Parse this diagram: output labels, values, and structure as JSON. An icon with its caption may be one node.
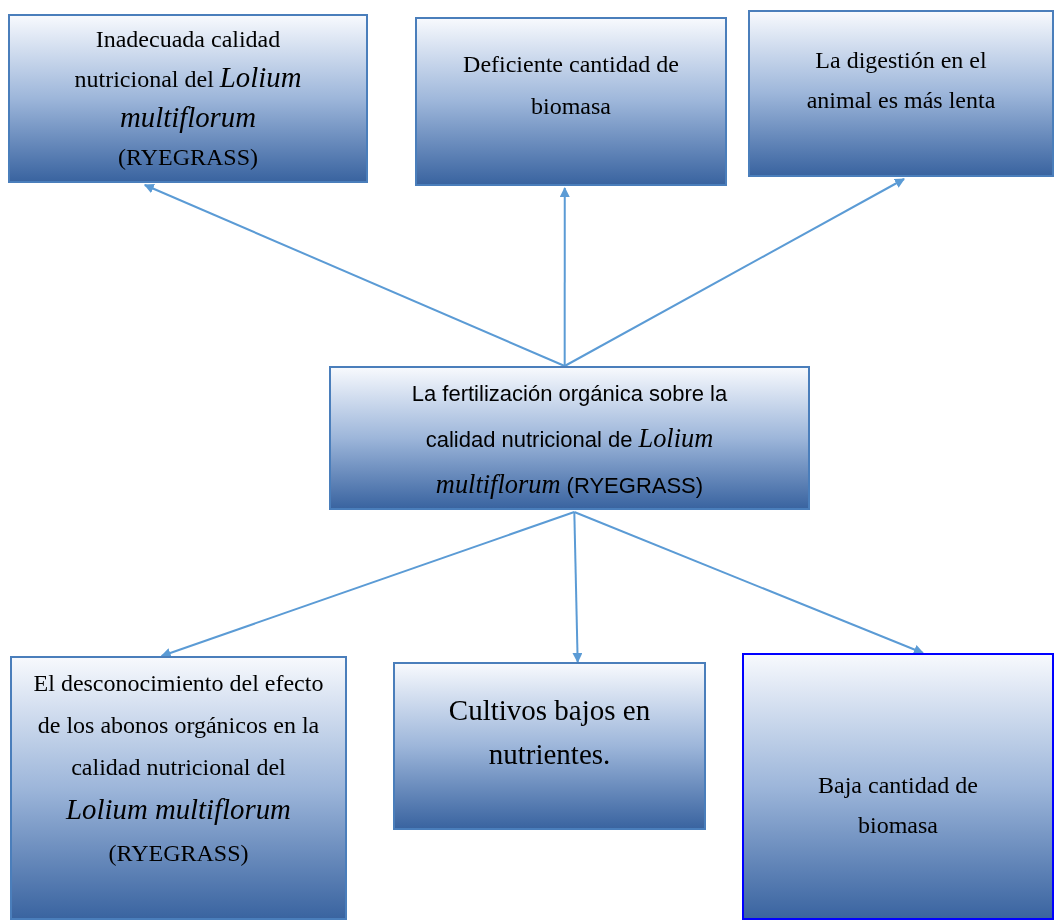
{
  "diagram": {
    "nodes": [
      {
        "text": [
          "Inadecuada calidad nutricional del *Lolium multiflorum* (RYEGRASS)"
        ]
      },
      {
        "text": [
          "Deficiente cantidad de biomasa"
        ]
      },
      {
        "text": [
          "La digestión en el animal es más lenta"
        ]
      },
      {
        "text": [
          "La fertilización orgánica sobre la calidad nutricional de *Lolium multiflorum* (RYEGRASS)"
        ]
      },
      {
        "text": [
          "El desconocimiento del efecto de los abonos orgánicos en la calidad nutricional del *Lolium multiflorum* (RYEGRASS)"
        ]
      },
      {
        "text": [
          "Cultivos bajos en nutrientes."
        ]
      },
      {
        "text": [
          "Baja cantidad de biomasa"
        ]
      }
    ],
    "edges": [
      {
        "from": 3,
        "to": 0,
        "arrow": "to"
      },
      {
        "from": 3,
        "to": 1,
        "arrow": "to"
      },
      {
        "from": 3,
        "to": 2,
        "arrow": "to"
      },
      {
        "from": 3,
        "to": 4,
        "arrow": "to"
      },
      {
        "from": 3,
        "to": 5,
        "arrow": "to"
      },
      {
        "from": 3,
        "to": 6,
        "arrow": "to"
      }
    ]
  }
}
